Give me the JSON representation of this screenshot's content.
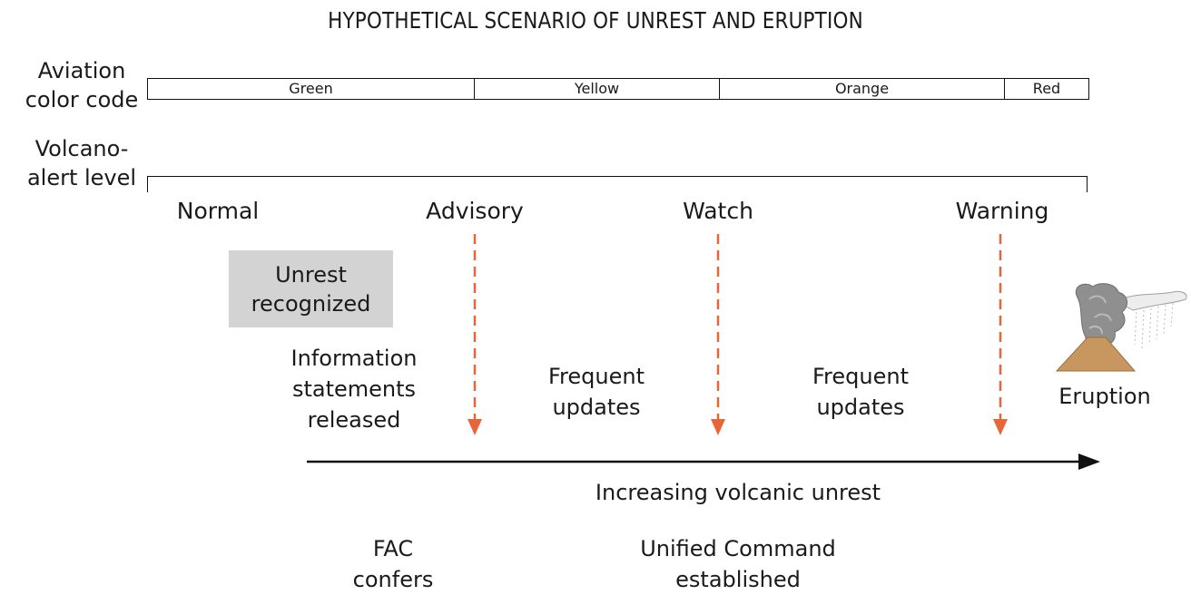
{
  "title": "HYPOTHETICAL SCENARIO OF UNREST AND ERUPTION",
  "aviation": {
    "label_line1": "Aviation",
    "label_line2": "color code",
    "segments": [
      {
        "label": "Green"
      },
      {
        "label": "Yellow"
      },
      {
        "label": "Orange"
      },
      {
        "label": "Red"
      }
    ]
  },
  "alert": {
    "label_line1": "Volcano-",
    "label_line2": "alert level",
    "levels": [
      {
        "label": "Normal"
      },
      {
        "label": "Advisory"
      },
      {
        "label": "Watch"
      },
      {
        "label": "Warning"
      }
    ]
  },
  "unrest_box": {
    "line1": "Unrest",
    "line2": "recognized"
  },
  "notes": {
    "info_line1": "Information",
    "info_line2": "statements",
    "info_line3": "released",
    "updates1_line1": "Frequent",
    "updates1_line2": "updates",
    "updates2_line1": "Frequent",
    "updates2_line2": "updates",
    "eruption": "Eruption"
  },
  "axis_label": "Increasing volcanic unrest",
  "bottom": {
    "fac_line1": "FAC",
    "fac_line2": "confers",
    "uc_line1": "Unified Command",
    "uc_line2": "established"
  },
  "colors": {
    "arrow_dashed": "#e8643a",
    "box_fill": "#d3d3d3",
    "volcano": "#c8975f",
    "plume": "#9a9a9a"
  },
  "icons": {
    "eruption": "volcano-eruption-icon"
  }
}
